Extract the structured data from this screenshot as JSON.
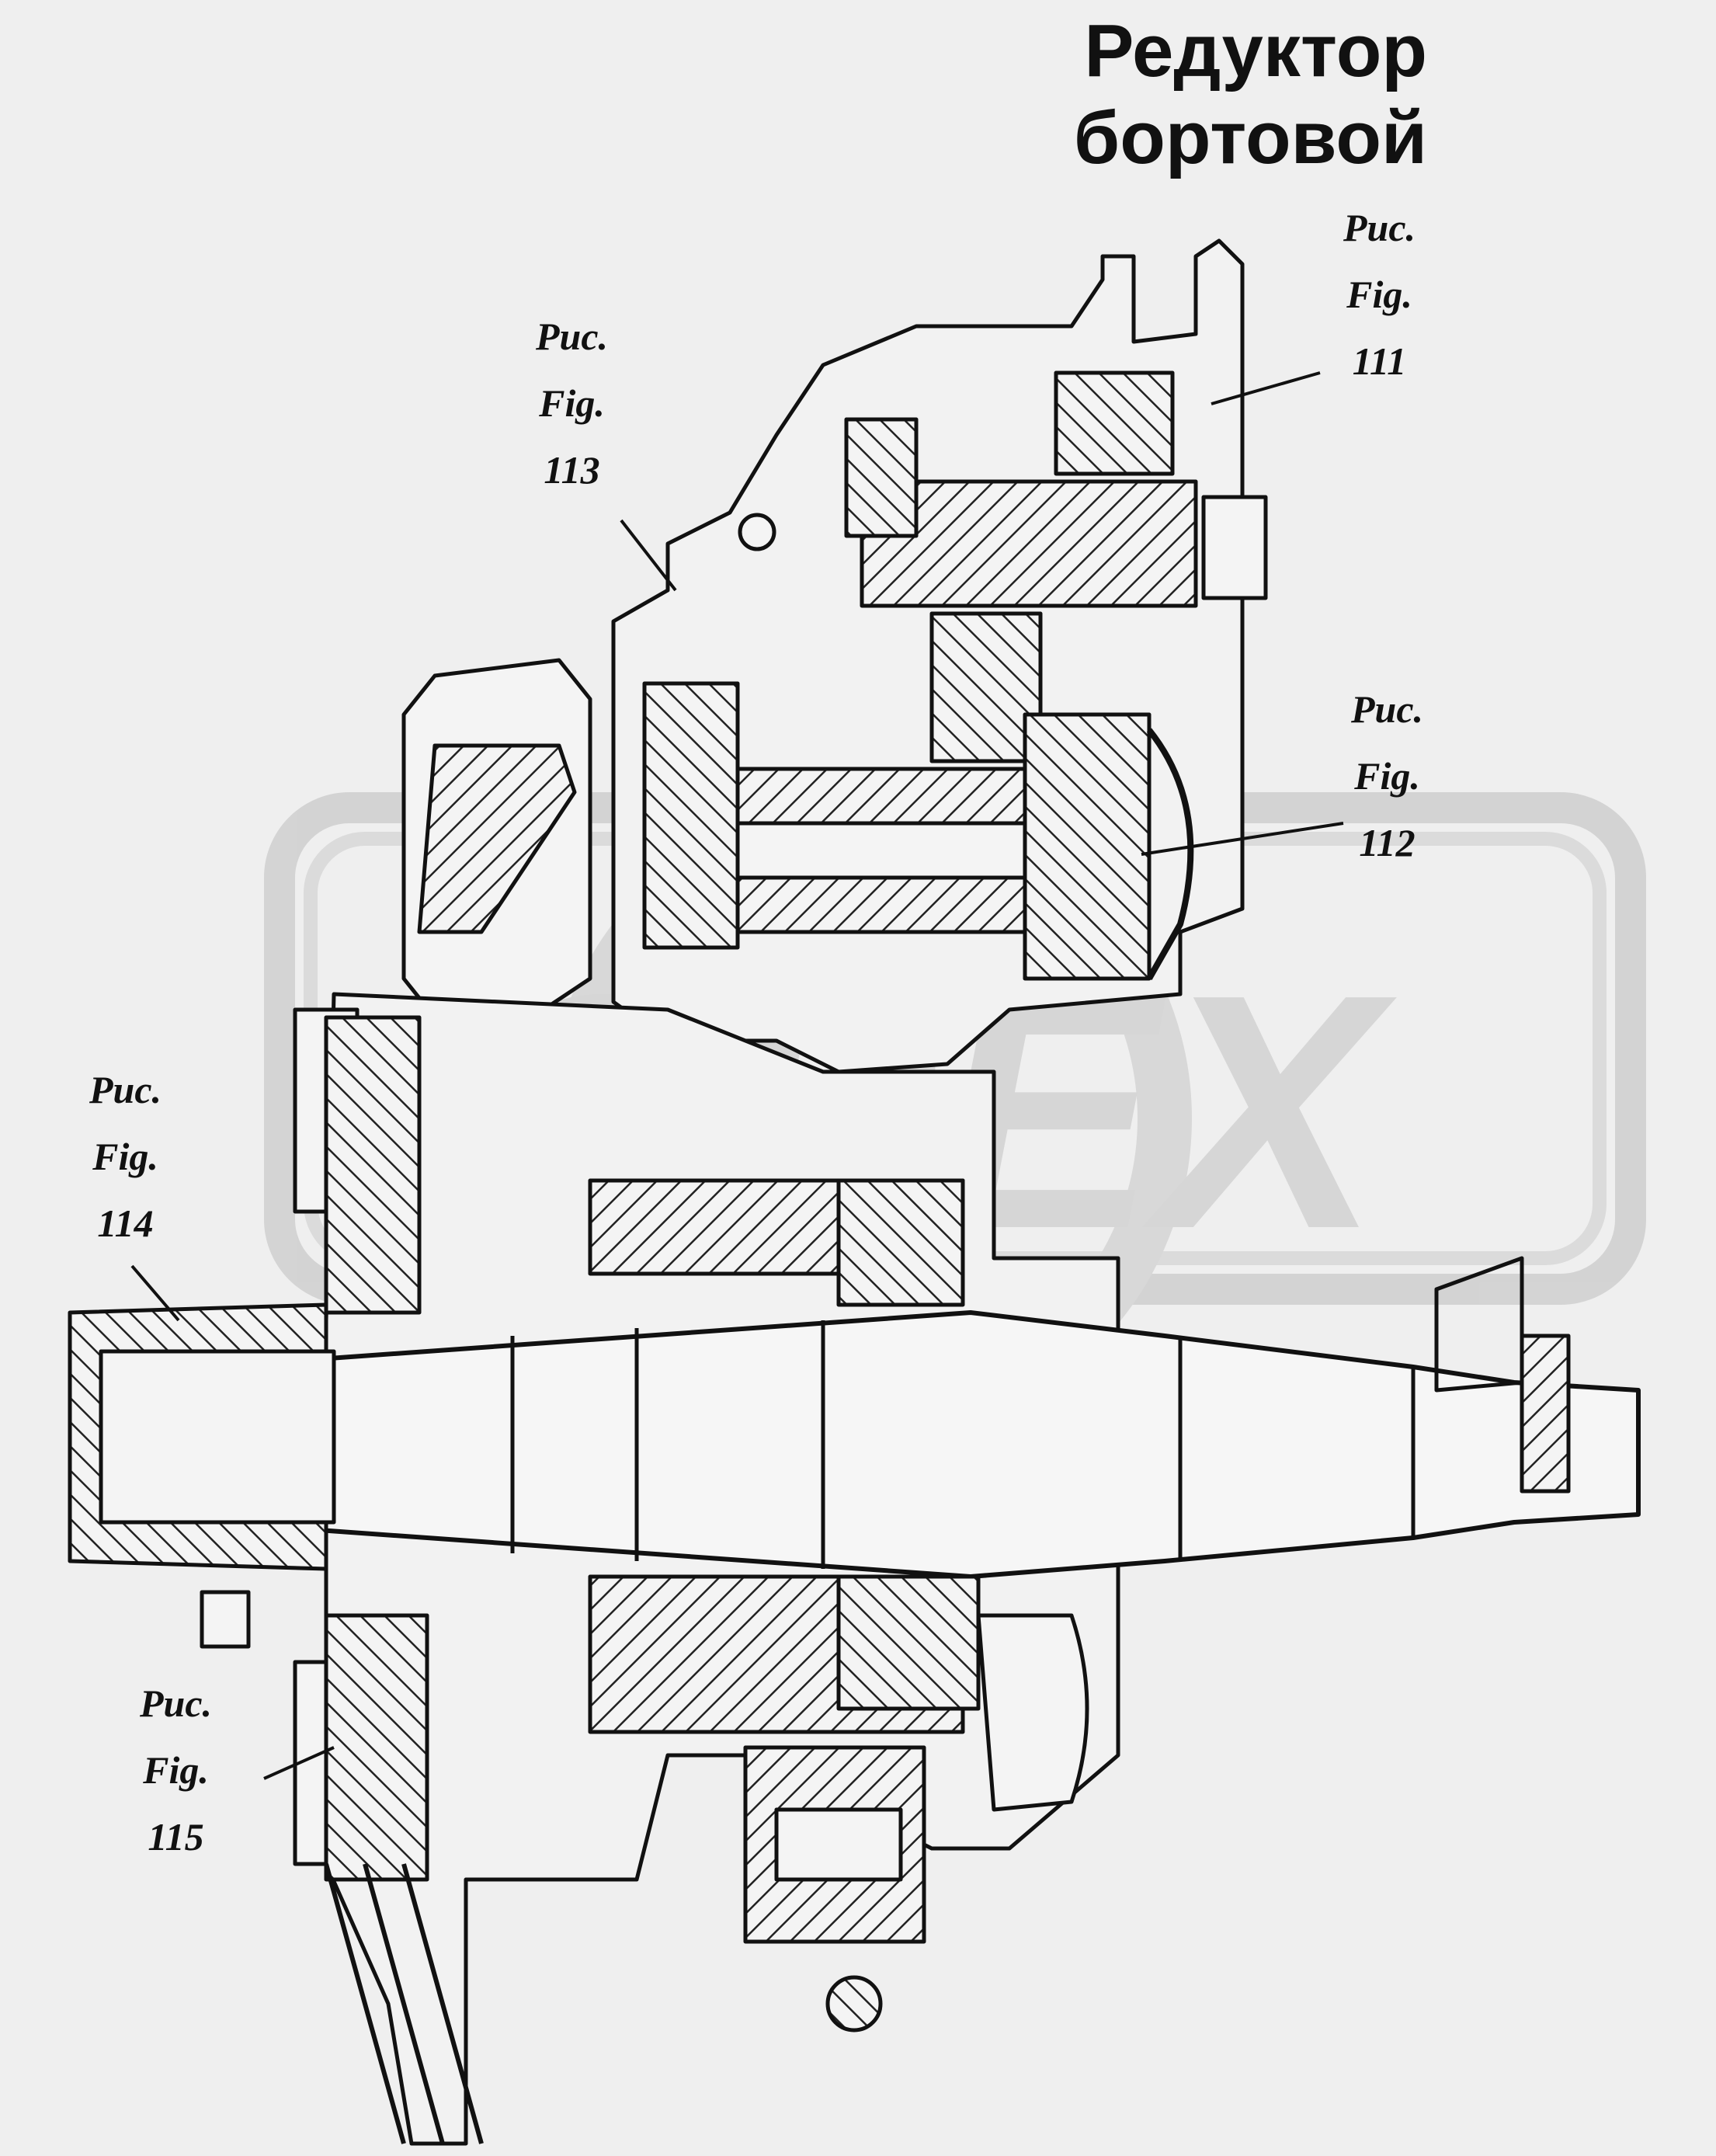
{
  "title": {
    "line1": "Редуктор",
    "line2": "бортовой"
  },
  "watermark": {
    "text": "OPEX",
    "color": "#cfcfcf"
  },
  "callouts": [
    {
      "ru": "Рис.",
      "en": "Fig.",
      "number": "111"
    },
    {
      "ru": "Рис.",
      "en": "Fig.",
      "number": "112"
    },
    {
      "ru": "Рис.",
      "en": "Fig.",
      "number": "113"
    },
    {
      "ru": "Рис.",
      "en": "Fig.",
      "number": "114"
    },
    {
      "ru": "Рис.",
      "en": "Fig.",
      "number": "115"
    }
  ],
  "colors": {
    "background": "#efefef",
    "ink": "#111111"
  }
}
